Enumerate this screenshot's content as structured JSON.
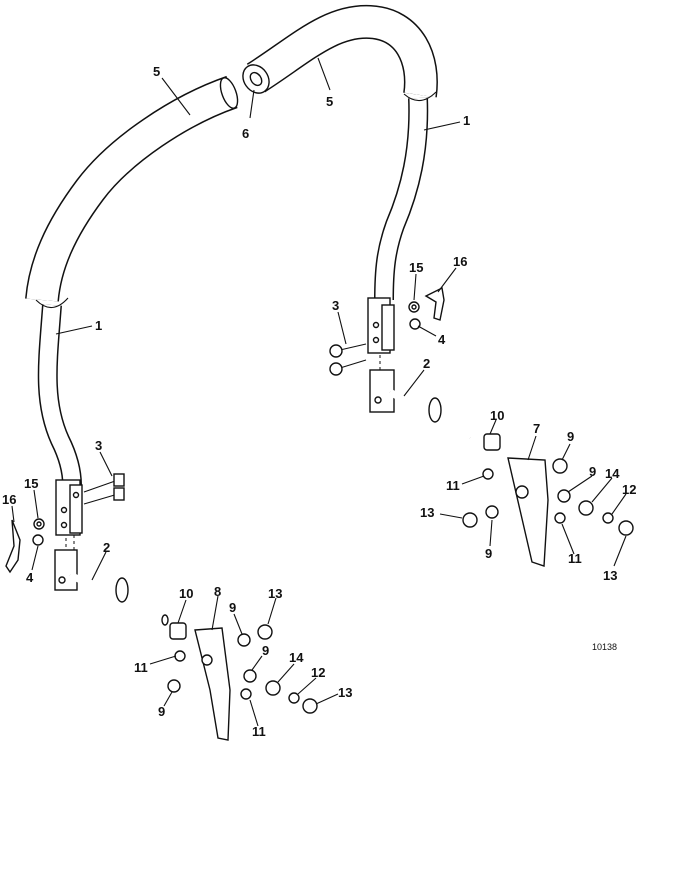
{
  "figure_number": "10138",
  "callouts": [
    {
      "id": "c-5a",
      "text": "5"
    },
    {
      "id": "c-5b",
      "text": "5"
    },
    {
      "id": "c-6",
      "text": "6"
    },
    {
      "id": "c-1a",
      "text": "1"
    },
    {
      "id": "c-1b",
      "text": "1"
    },
    {
      "id": "c-15a",
      "text": "15"
    },
    {
      "id": "c-16a",
      "text": "16"
    },
    {
      "id": "c-3a",
      "text": "3"
    },
    {
      "id": "c-4a",
      "text": "4"
    },
    {
      "id": "c-2a",
      "text": "2"
    },
    {
      "id": "c-10a",
      "text": "10"
    },
    {
      "id": "c-7",
      "text": "7"
    },
    {
      "id": "c-9a",
      "text": "9"
    },
    {
      "id": "c-9b",
      "text": "9"
    },
    {
      "id": "c-14a",
      "text": "14"
    },
    {
      "id": "c-12a",
      "text": "12"
    },
    {
      "id": "c-11a",
      "text": "11"
    },
    {
      "id": "c-13a",
      "text": "13"
    },
    {
      "id": "c-9c",
      "text": "9"
    },
    {
      "id": "c-11b",
      "text": "11"
    },
    {
      "id": "c-13b",
      "text": "13"
    },
    {
      "id": "c-3b",
      "text": "3"
    },
    {
      "id": "c-16b",
      "text": "16"
    },
    {
      "id": "c-15b",
      "text": "15"
    },
    {
      "id": "c-4b",
      "text": "4"
    },
    {
      "id": "c-2b",
      "text": "2"
    },
    {
      "id": "c-10b",
      "text": "10"
    },
    {
      "id": "c-8",
      "text": "8"
    },
    {
      "id": "c-9d",
      "text": "9"
    },
    {
      "id": "c-13c",
      "text": "13"
    },
    {
      "id": "c-11c",
      "text": "11"
    },
    {
      "id": "c-9e",
      "text": "9"
    },
    {
      "id": "c-14b",
      "text": "14"
    },
    {
      "id": "c-12b",
      "text": "12"
    },
    {
      "id": "c-13d",
      "text": "13"
    },
    {
      "id": "c-9f",
      "text": "9"
    },
    {
      "id": "c-11d",
      "text": "11"
    }
  ]
}
